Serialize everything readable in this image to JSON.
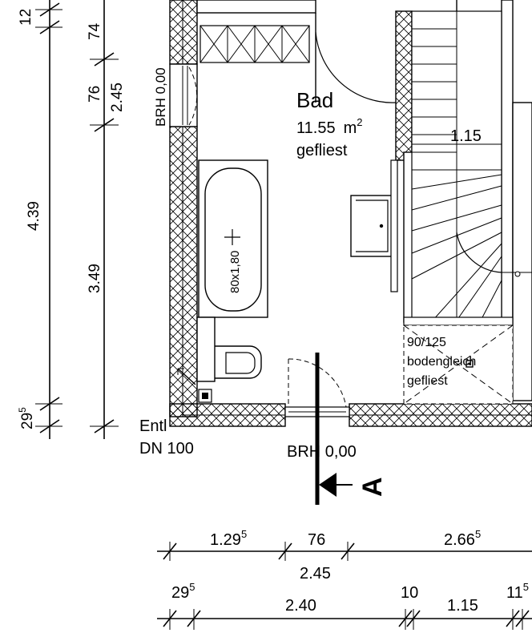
{
  "room": {
    "name": "Bad",
    "area_value": "11.55",
    "area_unit": "m",
    "area_exp": "2",
    "finish": "gefliest"
  },
  "labels": {
    "window_brh": "BRH 0,00",
    "door_brh": "BRH 0,00",
    "drain_line1": "Entl",
    "drain_line2": "DN 100",
    "bathtub_size": "80x1,80",
    "shower_size": "90/125",
    "shower_type": "bodengleich",
    "shower_finish": "gefliest",
    "stair_width": "1.15",
    "section_marker": "A"
  },
  "left_dims": {
    "inner": {
      "d12": "12",
      "d74": "74",
      "d76": "76",
      "d245": "2.45",
      "d349": "3.49",
      "d29": "29",
      "d29_sup": "5"
    },
    "outer": {
      "d439": "4.39"
    }
  },
  "bottom_dims": {
    "row1": {
      "d129": "1.29",
      "d129_sup": "5",
      "d76": "76",
      "d266": "2.66",
      "d266_sup": "5",
      "d245": "2.45"
    },
    "row2": {
      "d29": "29",
      "d29_sup": "5",
      "d240": "2.40",
      "d10": "10",
      "d115": "1.15",
      "d11": "11",
      "d11_sup": "5"
    }
  }
}
